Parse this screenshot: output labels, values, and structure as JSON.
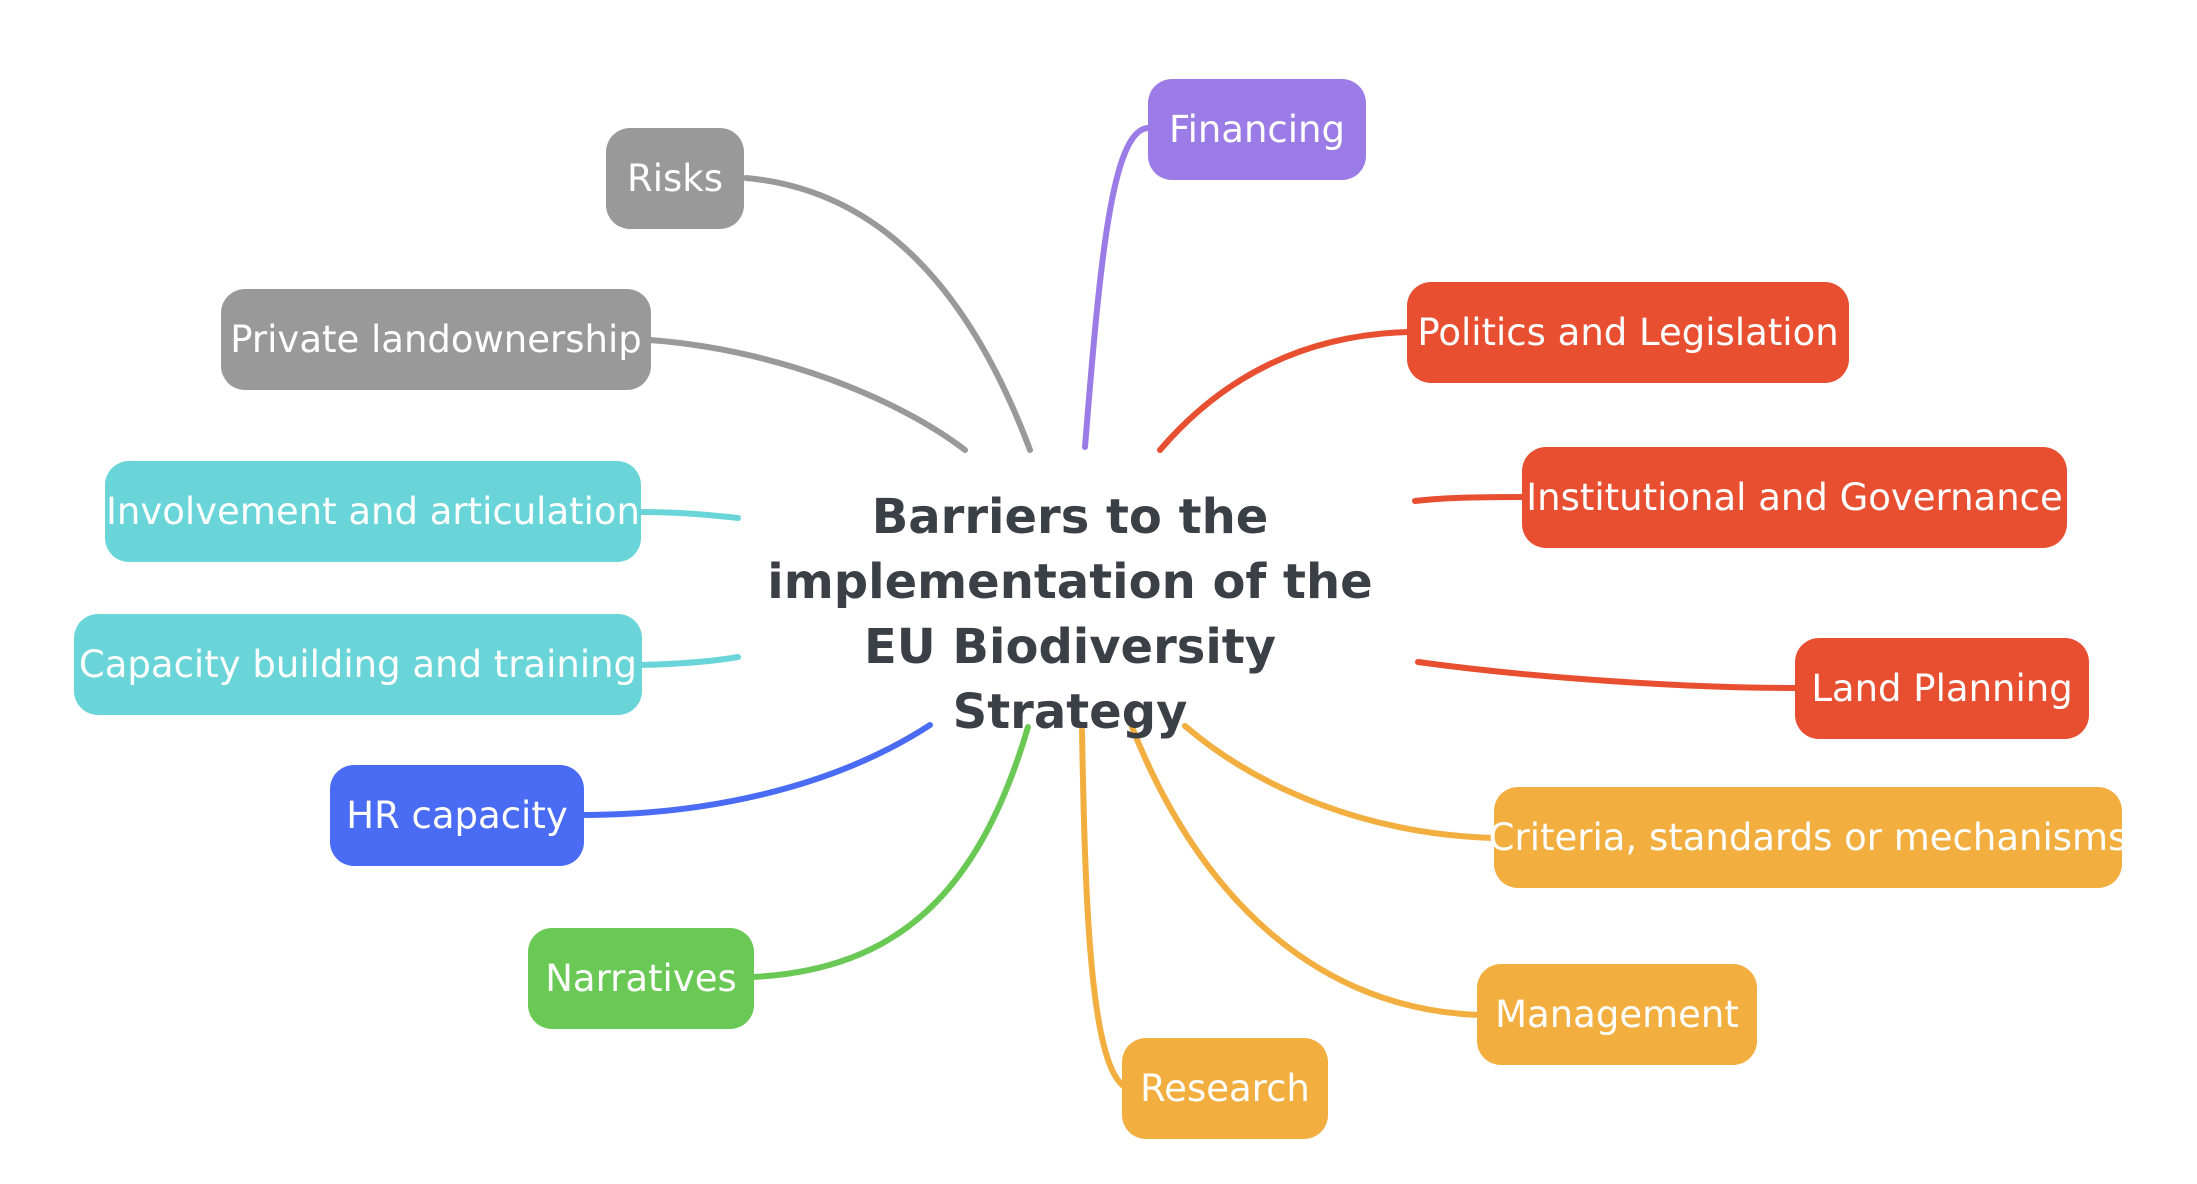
{
  "center": {
    "lines": [
      "Barriers to the",
      "implementation of the",
      "EU Biodiversity Strategy"
    ],
    "color": "#3b3f46"
  },
  "colors": {
    "gray": "#999999",
    "teal": "#6ad5d8",
    "blue": "#4a6cf4",
    "green": "#6ac855",
    "purple": "#9b7be6",
    "red": "#e84f31",
    "orange": "#f2ae3f"
  },
  "nodes": {
    "risks": {
      "label": "Risks",
      "color": "gray"
    },
    "private_landownership": {
      "label": "Private landownership",
      "color": "gray"
    },
    "involvement": {
      "label": "Involvement and articulation",
      "color": "teal"
    },
    "capacity_building": {
      "label": "Capacity building and training",
      "color": "teal"
    },
    "hr_capacity": {
      "label": "HR capacity",
      "color": "blue"
    },
    "narratives": {
      "label": "Narratives",
      "color": "green"
    },
    "financing": {
      "label": "Financing",
      "color": "purple"
    },
    "politics": {
      "label": "Politics and Legislation",
      "color": "red"
    },
    "institutional": {
      "label": "Institutional and Governance",
      "color": "red"
    },
    "land_planning": {
      "label": "Land Planning",
      "color": "red"
    },
    "criteria": {
      "label": "Criteria, standards or mechanisms",
      "color": "orange"
    },
    "management": {
      "label": "Management",
      "color": "orange"
    },
    "research": {
      "label": "Research",
      "color": "orange"
    }
  }
}
